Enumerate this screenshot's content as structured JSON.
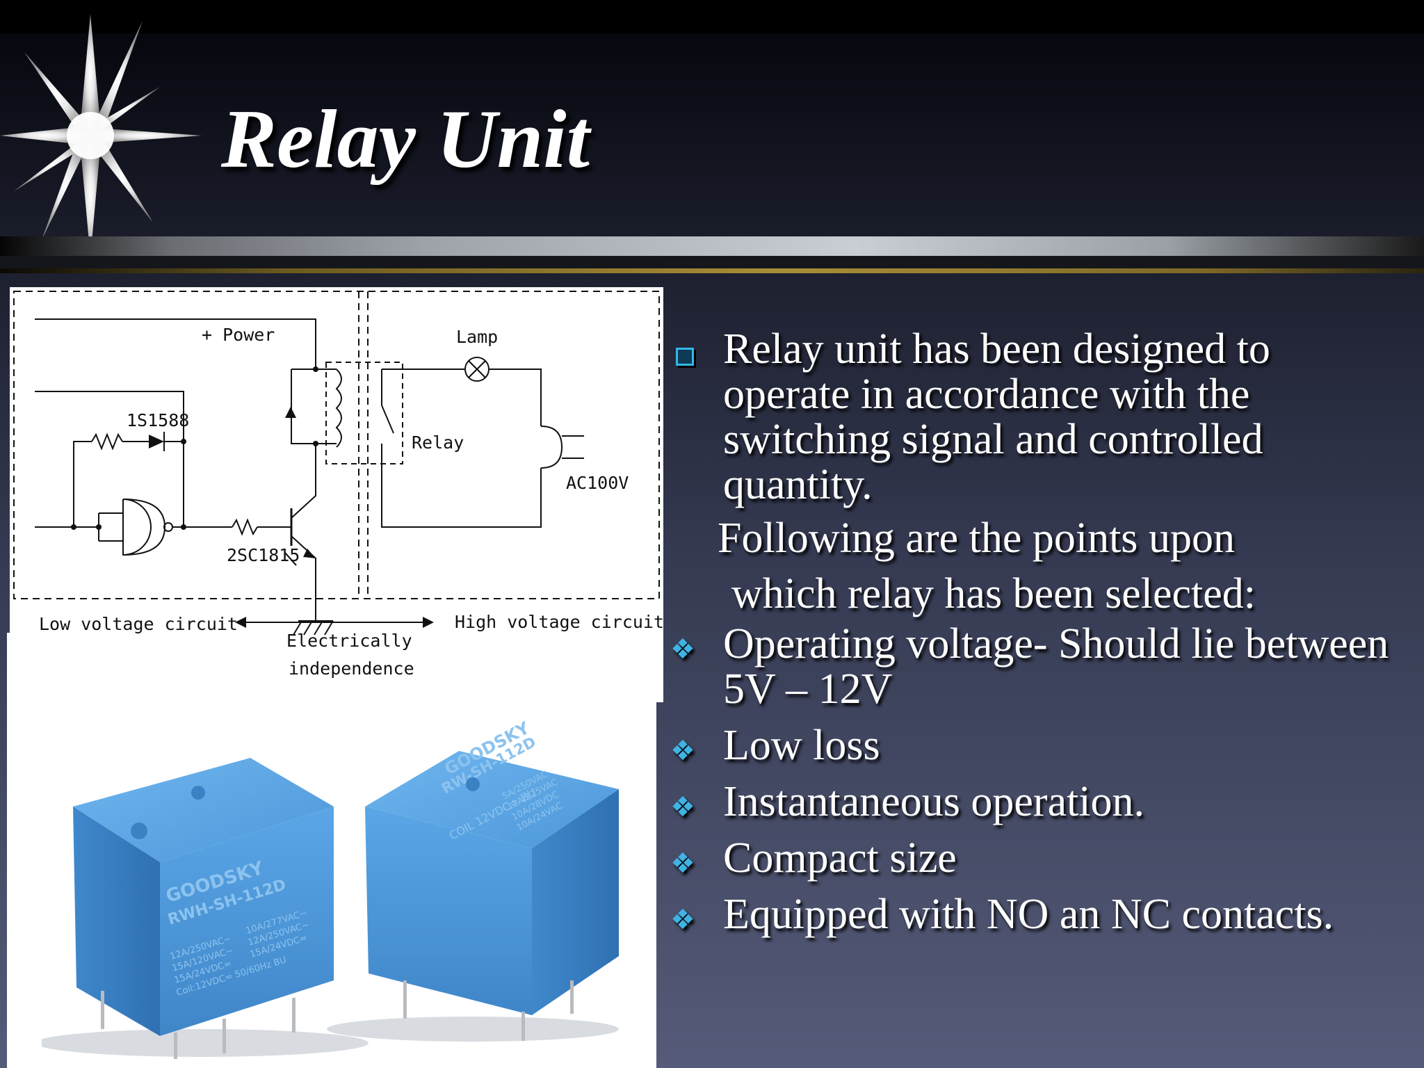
{
  "slide": {
    "title": "Relay Unit"
  },
  "schematic": {
    "power_label": "+ Power",
    "lamp_label": "Lamp",
    "diode_label": "1S1588",
    "relay_label": "Relay",
    "transistor_label": "2SC1815",
    "ac_label": "AC100V",
    "low_voltage_label": "Low voltage circuit",
    "high_voltage_label": "High voltage circuit",
    "independence_line1": "Electrically",
    "independence_line2": "independence"
  },
  "photo": {
    "relay1": {
      "brand": "GOODSKY",
      "model": "RWH-SH-112D",
      "ratings": [
        "12A/250VAC~",
        "15A/120VAC~",
        "15A/24VDC="
      ],
      "ratings_right": [
        "10A/277VAC~",
        "12A/250VAC~",
        "15A/24VDC="
      ],
      "coil": "Coil:12VDC= 50/60Hz BU"
    },
    "relay2": {
      "brand": "GOODSKY",
      "model": "RW-SH-112D",
      "ratings": [
        "5A/250VAC",
        "12A/125VAC",
        "10A/28VDC",
        "10A/24VAC"
      ],
      "coil": "COIL 12VDC= BU"
    }
  },
  "content": {
    "intro": "Relay unit has been designed to operate in accordance with the switching signal and controlled quantity.",
    "following_line1": "Following are the points upon",
    "following_line2": "which relay has been selected:",
    "points": [
      "Operating voltage- Should lie between 5V – 12V",
      "Low loss",
      "Instantaneous operation.",
      "Compact size",
      "Equipped with NO an NC contacts."
    ]
  },
  "colors": {
    "bullet_accent": "#3fb4e4",
    "relay_blue": "#4f9fdf"
  }
}
